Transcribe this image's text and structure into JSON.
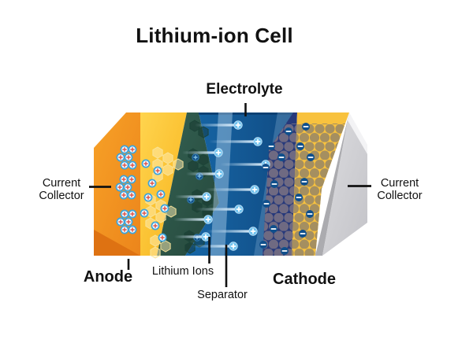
{
  "title": "Lithium-ion Cell",
  "labels": {
    "electrolyte": "Electrolyte",
    "current_collector_left": {
      "line1": "Current",
      "line2": "Collector"
    },
    "current_collector_right": {
      "line1": "Current",
      "line2": "Collector"
    },
    "anode": "Anode",
    "lithium_ions": "Lithium Ions",
    "separator": "Separator",
    "cathode": "Cathode"
  },
  "symbols": {
    "lithium_ion_charge": "+",
    "anode_ion_charge": "+",
    "cathode_ion_charge": "−"
  },
  "diagram": {
    "layers": [
      {
        "id": "current-collector-left",
        "label": "Current Collector",
        "color": "#f0921e"
      },
      {
        "id": "anode",
        "label": "Anode",
        "color": "#fbbf2a"
      },
      {
        "id": "anode-graphite",
        "label": "",
        "color": "#2c5647"
      },
      {
        "id": "electrolyte",
        "label": "Electrolyte",
        "color": "#135globalized"
      },
      {
        "id": "separator",
        "label": "Separator",
        "color": "#8fb8d9"
      },
      {
        "id": "cathode-inner",
        "label": "",
        "color": "#27397a"
      },
      {
        "id": "cathode",
        "label": "Cathode",
        "color": "#f8c23e"
      },
      {
        "id": "current-collector-right",
        "label": "Current Collector",
        "color": "#c6c6ca"
      }
    ]
  },
  "colors": {
    "background": "#ffffff",
    "text": "#111111",
    "leader_line": "#111111",
    "orange_shade": "#de7212",
    "navy_band": "#27397a",
    "cathode_yellow": "#f8c23e",
    "gray_front": "#ababaf",
    "gray_white_edge": "#f3f3f5",
    "circle_purple": "#6f6a82",
    "circle_tan": "#a58f60",
    "separator_stripe": "rgba(173,207,232,0.45)",
    "electrolyte_stripe2": "rgba(150,192,222,0.28)",
    "li_ion_fill": "#72c3ef",
    "anode_ion_ring": "#3da3db",
    "anode_ion_plus": "#e0564a",
    "neg_badge": "#0f4f8c"
  }
}
